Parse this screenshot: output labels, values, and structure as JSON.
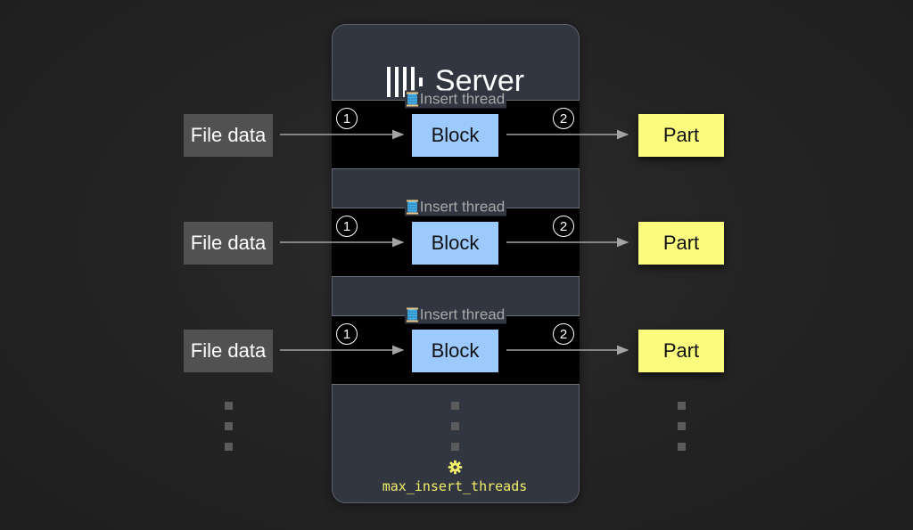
{
  "server": {
    "title": "Server"
  },
  "threads": [
    {
      "label": "Insert thread",
      "source": "File data",
      "block": "Block",
      "part": "Part",
      "step1": "1",
      "step2": "2"
    },
    {
      "label": "Insert thread",
      "source": "File data",
      "block": "Block",
      "part": "Part",
      "step1": "1",
      "step2": "2"
    },
    {
      "label": "Insert thread",
      "source": "File data",
      "block": "Block",
      "part": "Part",
      "step1": "1",
      "step2": "2"
    }
  ],
  "setting": {
    "name": "max_insert_threads",
    "icon": "gear-icon"
  },
  "icons": {
    "logo": "clickhouse-logo-icon",
    "thread": "spool-icon"
  },
  "colors": {
    "background": "#232323",
    "server_card": "#323640",
    "thread_band": "#000000",
    "file_box": "#505150",
    "block_box": "#9ccaff",
    "part_box": "#fbfc7e",
    "setting_text": "#f2ef6a"
  }
}
